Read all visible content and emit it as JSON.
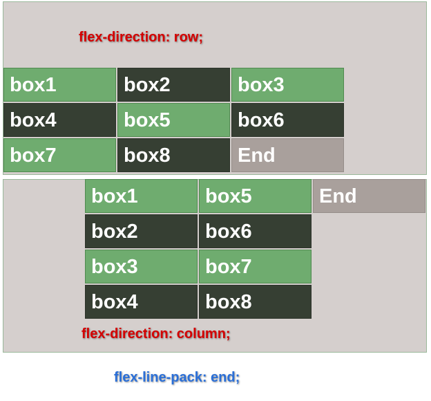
{
  "colors": {
    "panel_background": "#d5cfcd",
    "box_green": "#6fac6f",
    "box_dark": "#363f33",
    "box_end": "#a9a09c",
    "caption_red": "#d40000",
    "caption_blue": "#2a6fd8"
  },
  "row_demo": {
    "caption": "flex-direction: row;",
    "boxes": [
      "box1",
      "box2",
      "box3",
      "box4",
      "box5",
      "box6",
      "box7",
      "box8",
      "End"
    ]
  },
  "column_demo": {
    "caption": "flex-direction: column;",
    "boxes": [
      "box1",
      "box2",
      "box3",
      "box4",
      "box5",
      "box6",
      "box7",
      "box8",
      "End"
    ]
  },
  "footer": {
    "caption": "flex-line-pack: end;"
  }
}
